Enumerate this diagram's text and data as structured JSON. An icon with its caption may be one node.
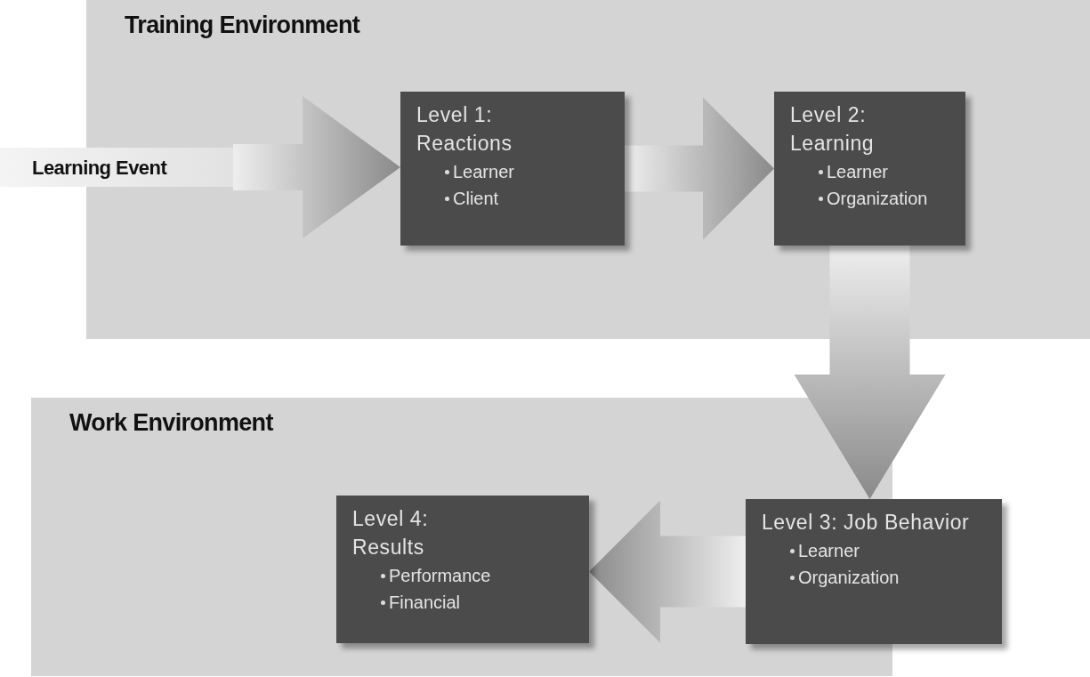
{
  "diagram": {
    "nodes": [
      {
        "text": [
          "Training Environment"
        ]
      },
      {
        "text": [
          "Learning Event"
        ]
      },
      {
        "text": [
          "Level 1: Reactions",
          "Learner",
          "Client"
        ],
        "in": 0
      },
      {
        "text": [
          "Level 2: Learning",
          "Learner",
          "Organization"
        ],
        "in": 0
      },
      {
        "text": [
          "Work Environment"
        ]
      },
      {
        "text": [
          "Level 4: Results",
          "Performance",
          "Financial"
        ],
        "in": 4
      },
      {
        "text": [
          "Level 3: Job Behavior",
          "Learner",
          "Organization"
        ]
      }
    ],
    "edges": [
      {
        "from": 1,
        "to": 2,
        "arrow": "to"
      },
      {
        "from": 2,
        "to": 3,
        "arrow": "to"
      },
      {
        "from": 3,
        "to": 6,
        "arrow": "to"
      },
      {
        "from": 6,
        "to": 5,
        "arrow": "to"
      }
    ]
  }
}
